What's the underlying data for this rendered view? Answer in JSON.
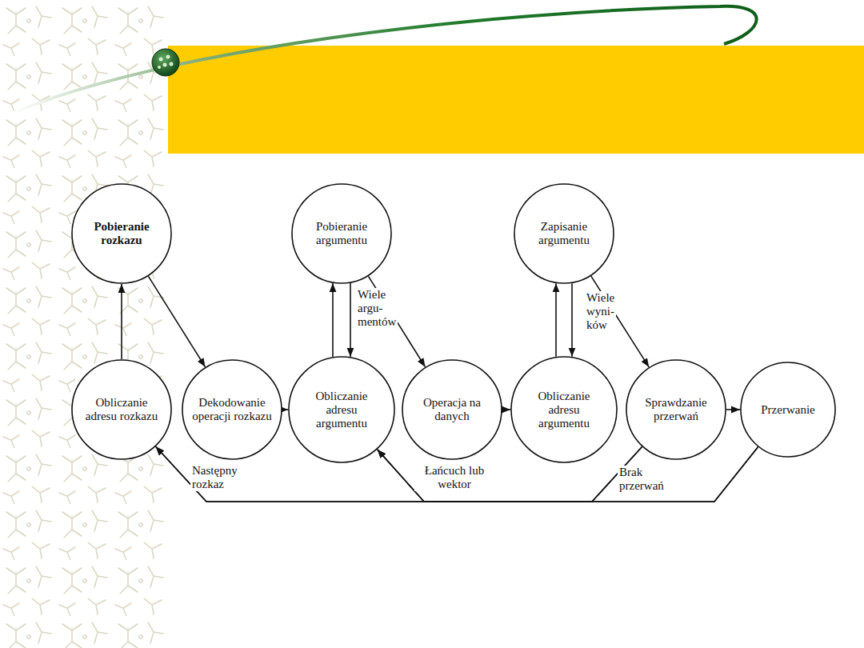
{
  "diagram": {
    "nodes": [
      {
        "text": [
          "Pobieranie rozkazu"
        ]
      },
      {
        "text": [
          "Pobieranie argumentu"
        ]
      },
      {
        "text": [
          "Zapisanie argumentu"
        ]
      },
      {
        "text": [
          "Obliczanie adresu rozkazu"
        ]
      },
      {
        "text": [
          "Dekodowanie operacji rozkazu"
        ]
      },
      {
        "text": [
          "Obliczanie adresu argumentu"
        ]
      },
      {
        "text": [
          "Operacja na danych"
        ]
      },
      {
        "text": [
          "Obliczanie adresu argumentu"
        ]
      },
      {
        "text": [
          "Sprawdzanie przerwań"
        ]
      },
      {
        "text": [
          "Przerwanie"
        ]
      }
    ],
    "edges": [
      {
        "from": 3,
        "to": 0,
        "arrow": "to"
      },
      {
        "from": 0,
        "to": 4,
        "arrow": "to"
      },
      {
        "from": 4,
        "to": 5,
        "arrow": "to"
      },
      {
        "from": 5,
        "to": 1,
        "arrow": "to"
      },
      {
        "from": 1,
        "to": 5,
        "label": "Wiele argu- mentów",
        "arrow": "to"
      },
      {
        "from": 1,
        "to": 6,
        "arrow": "to"
      },
      {
        "from": 6,
        "to": 7,
        "arrow": "to"
      },
      {
        "from": 7,
        "to": 2,
        "arrow": "to"
      },
      {
        "from": 2,
        "to": 7,
        "label": "Wiele wyni- ków",
        "arrow": "to"
      },
      {
        "from": 2,
        "to": 8,
        "arrow": "to"
      },
      {
        "from": 8,
        "to": 9,
        "arrow": "to"
      },
      {
        "from": 8,
        "to": 3,
        "label": "Brak przerwań",
        "arrow": "to"
      },
      {
        "from": 9,
        "to": 3,
        "label": "Następny rozkaz",
        "arrow": "to"
      },
      {
        "from": 8,
        "to": 5,
        "label": "Łańcuch lub wektor",
        "arrow": "to"
      },
      {
        "from": 9,
        "to": 5,
        "arrow": "to"
      }
    ]
  }
}
